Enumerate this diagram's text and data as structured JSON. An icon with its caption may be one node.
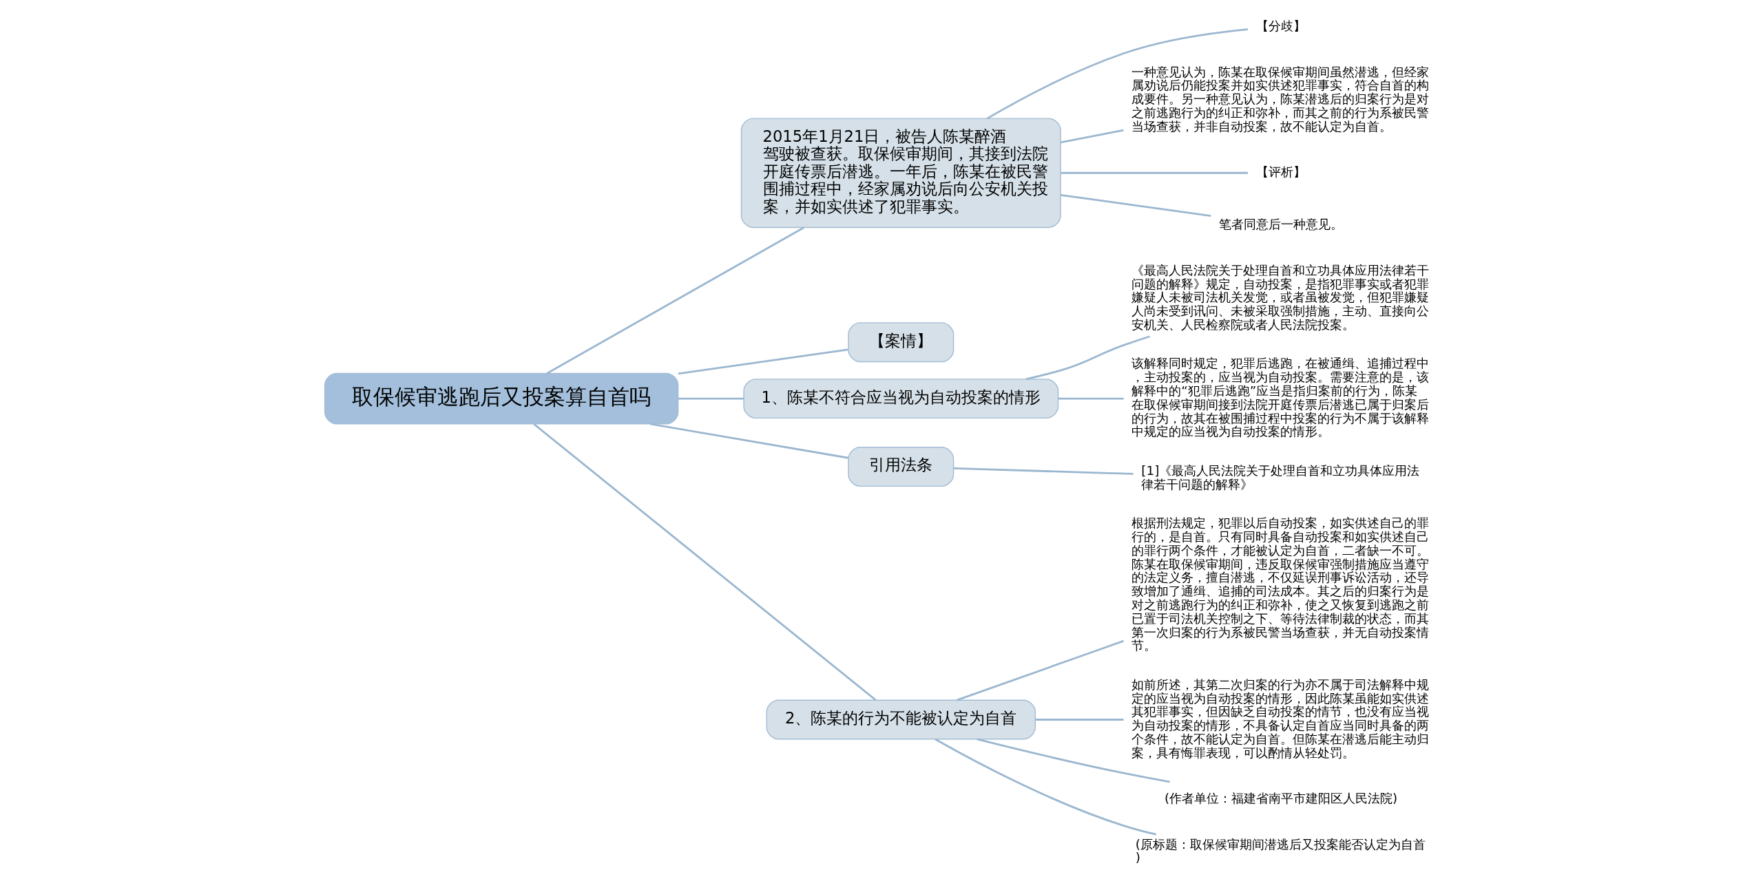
{
  "diagram": {
    "nodes": [
      {
        "text": [
          "取保候审逃跑后又投案算自首吗"
        ]
      },
      {
        "text": [
          "2015年1月21日，被告人陈某醉酒驾驶被查获。取保候审期间，其接到法院开庭传票后潜逃。一年后，陈某在被民警围捕过程中，经家属劝说后向公安机关投案，并如实供述了犯罪事实。"
        ]
      },
      {
        "text": [
          "【分歧】"
        ]
      },
      {
        "text": [
          "一种意见认为，陈某在取保候审期间虽然潜逃，但经家属劝说后仍能投案并如实供述犯罪事实，符合自首的构成要件。另一种意见认为，陈某潜逃后的归案行为是对之前逃跑行为的纠正和弥补，而其之前的行为系被民警当场查获，并非自动投案，故不能认定为自首。"
        ]
      },
      {
        "text": [
          "【评析】"
        ]
      },
      {
        "text": [
          "笔者同意后一种意见。"
        ]
      },
      {
        "text": [
          "【案情】"
        ]
      },
      {
        "text": [
          "1、陈某不符合应当视为自动投案的情形"
        ]
      },
      {
        "text": [
          "《最高人民法院关于处理自首和立功具体应用法律若干问题的解释》规定，自动投案，是指犯罪事实或者犯罪嫌疑人未被司法机关发觉，或者虽被发觉，但犯罪嫌疑人尚未受到讯问、未被采取强制措施，主动、直接向公安机关、人民检察院或者人民法院投案。"
        ]
      },
      {
        "text": [
          "该解释同时规定，犯罪后逃跑，在被通缉、追捕过程中，主动投案的，应当视为自动投案。需要注意的是，该解释中的“犯罪后逃跑”应当是指归案前的行为，陈某在取保候审期间接到法院开庭传票后潜逃已属于归案后的行为，故其在被围捕过程中投案的行为不属于该解释中规定的应当视为自动投案的情形。"
        ]
      },
      {
        "text": [
          "引用法条"
        ]
      },
      {
        "text": [
          "[1]《最高人民法院关于处理自首和立功具体应用法律若干问题的解释》"
        ]
      },
      {
        "text": [
          "2、陈某的行为不能被认定为自首"
        ]
      },
      {
        "text": [
          "根据刑法规定，犯罪以后自动投案，如实供述自己的罪行的，是自首。只有同时具备自动投案和如实供述自己的罪行两个条件，才能被认定为自首，二者缺一不可。陈某在取保候审期间，违反取保候审强制措施应当遵守的法定义务，擅自潜逃，不仅延误刑事诉讼活动，还导致增加了通缉、追捕的司法成本。其之后的归案行为是对之前逃跑行为的纠正和弥补，使之又恢复到逃跑之前已置于司法机关控制之下、等待法律制裁的状态，而其第一次归案的行为系被民警当场查获，并无自动投案情节。"
        ]
      },
      {
        "text": [
          "如前所述，其第二次归案的行为亦不属于司法解释中规定的应当视为自动投案的情形，因此陈某虽能如实供述其犯罪事实，但因缺乏自动投案的情节，也没有应当视为自动投案的情形，不具备认定自首应当同时具备的两个条件，故不能认定为自首。但陈某在潜逃后能主动归案，具有悔罪表现，可以酌情从轻处罚。"
        ]
      },
      {
        "text": [
          "(作者单位：福建省南平市建阳区人民法院)"
        ]
      },
      {
        "text": [
          "(原标题：取保候审期间潜逃后又投案能否认定为自首)"
        ]
      }
    ],
    "edges": [
      {
        "from": 0,
        "to": 1,
        "arrow": "none"
      },
      {
        "from": 1,
        "to": 2,
        "arrow": "none"
      },
      {
        "from": 1,
        "to": 3,
        "arrow": "none"
      },
      {
        "from": 1,
        "to": 4,
        "arrow": "none"
      },
      {
        "from": 1,
        "to": 5,
        "arrow": "none"
      },
      {
        "from": 0,
        "to": 6,
        "arrow": "none"
      },
      {
        "from": 0,
        "to": 7,
        "arrow": "none"
      },
      {
        "from": 7,
        "to": 8,
        "arrow": "none"
      },
      {
        "from": 7,
        "to": 9,
        "arrow": "none"
      },
      {
        "from": 0,
        "to": 10,
        "arrow": "none"
      },
      {
        "from": 10,
        "to": 11,
        "arrow": "none"
      },
      {
        "from": 0,
        "to": 12,
        "arrow": "none"
      },
      {
        "from": 12,
        "to": 13,
        "arrow": "none"
      },
      {
        "from": 12,
        "to": 14,
        "arrow": "none"
      },
      {
        "from": 12,
        "to": 15,
        "arrow": "none"
      },
      {
        "from": 12,
        "to": 16,
        "arrow": "none"
      }
    ]
  }
}
